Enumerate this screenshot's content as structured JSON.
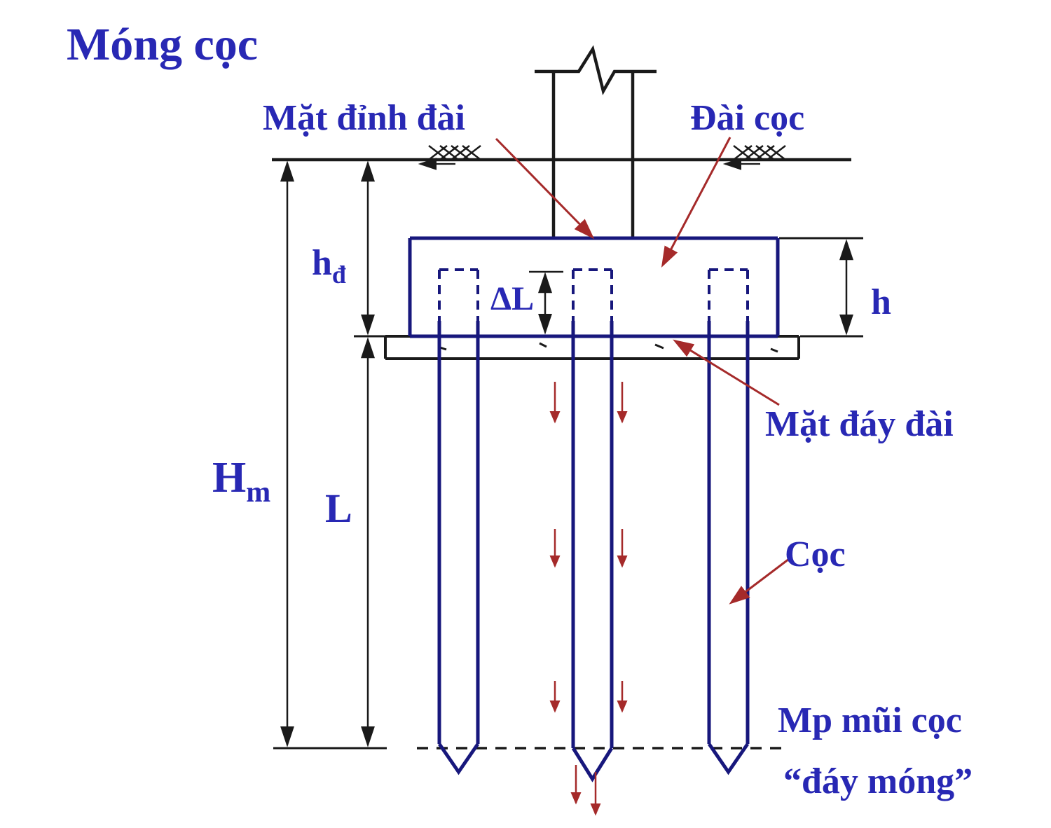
{
  "title": "Móng cọc",
  "colors": {
    "label_blue": "#2828b4",
    "drawing_blue": "#17177c",
    "line_black": "#1a1a1a",
    "arrow_red": "#a52a2a",
    "background": "#ffffff"
  },
  "labels": {
    "top_of_cap": "Mặt đỉnh đài",
    "pile_cap": "Đài cọc",
    "bottom_of_cap": "Mặt đáy đài",
    "pile": "Cọc",
    "pile_tip_plane": "Mp mũi cọc",
    "foundation_bottom": "“đáy móng”",
    "delta_L": "ΔL",
    "cap_height": "h",
    "cap_depth_main": "h",
    "cap_depth_sub": "đ",
    "foundation_depth_main": "H",
    "foundation_depth_sub": "m",
    "pile_length": "L"
  }
}
